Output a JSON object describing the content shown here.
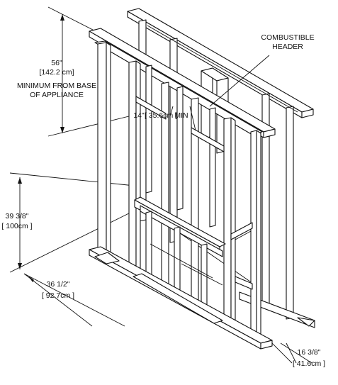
{
  "labels": {
    "height_min_in": "56\"",
    "height_min_cm": "[142.2 cm]",
    "height_min_note_1": "MINIMUM FROM BASE",
    "height_min_note_2": "OF APPLIANCE",
    "header_1": "COMBUSTIBLE",
    "header_2": "HEADER",
    "header_clear_in": "14\"",
    "header_clear_cm": "[ 35.6cm ]",
    "header_clear_min": "MIN",
    "opening_h_in": "39 3/8\"",
    "opening_h_cm": "[ 100cm ]",
    "opening_w_in": "36 1/2\"",
    "opening_w_cm": "[ 92.7cm ]",
    "depth_in": "16 3/8\"",
    "depth_cm": "[ 41.6cm ]"
  },
  "colors": {
    "line": "#111111",
    "background": "#ffffff"
  }
}
